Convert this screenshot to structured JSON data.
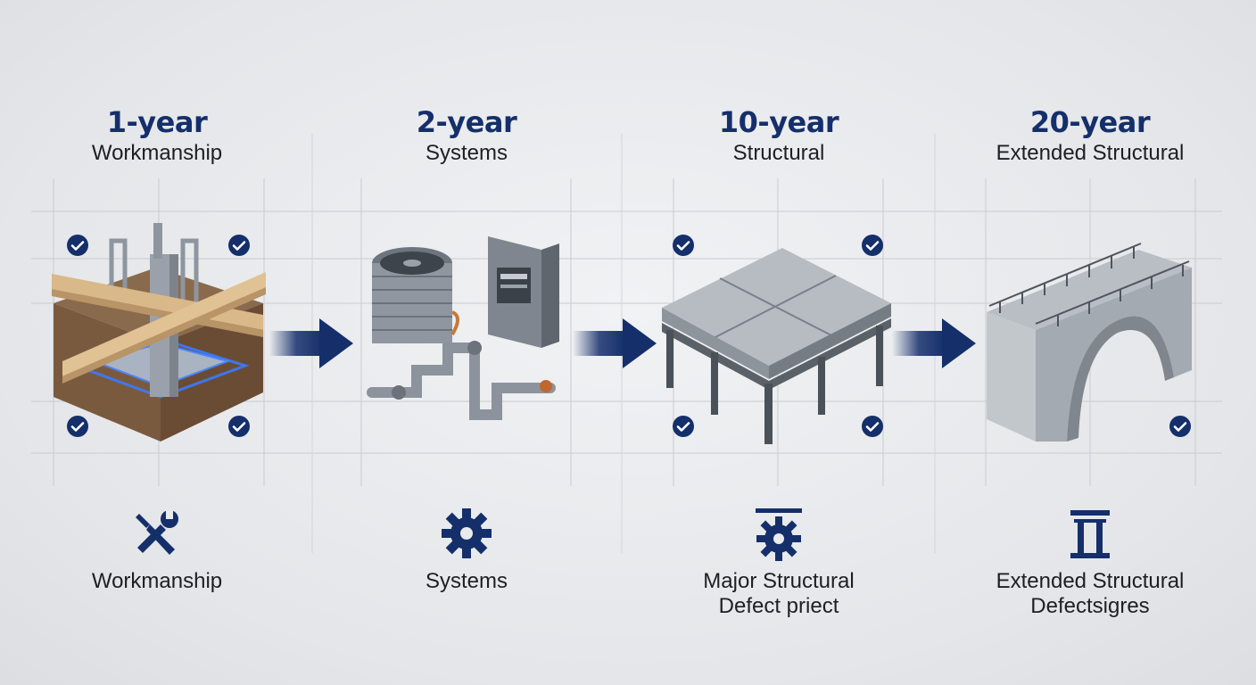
{
  "columns": [
    {
      "year": "1-year",
      "title": "Workmanship",
      "label_line1": "Workmanship",
      "label_line2": "",
      "icon": "tools-icon"
    },
    {
      "year": "2-year",
      "title": "Systems",
      "label_line1": "Systems",
      "label_line2": "",
      "icon": "gear-icon"
    },
    {
      "year": "10-year",
      "title": "Structural",
      "label_line1": "Major Structural",
      "label_line2": "Defect priect",
      "icon": "structural-gear-icon"
    },
    {
      "year": "20-year",
      "title": "Extended Structural",
      "label_line1": "Extended Structural",
      "label_line2": "Defectsigres",
      "icon": "column-icon"
    }
  ],
  "colors": {
    "accent": "#152f6b",
    "text": "#1d1f24",
    "grid": "#c9ccd1"
  }
}
